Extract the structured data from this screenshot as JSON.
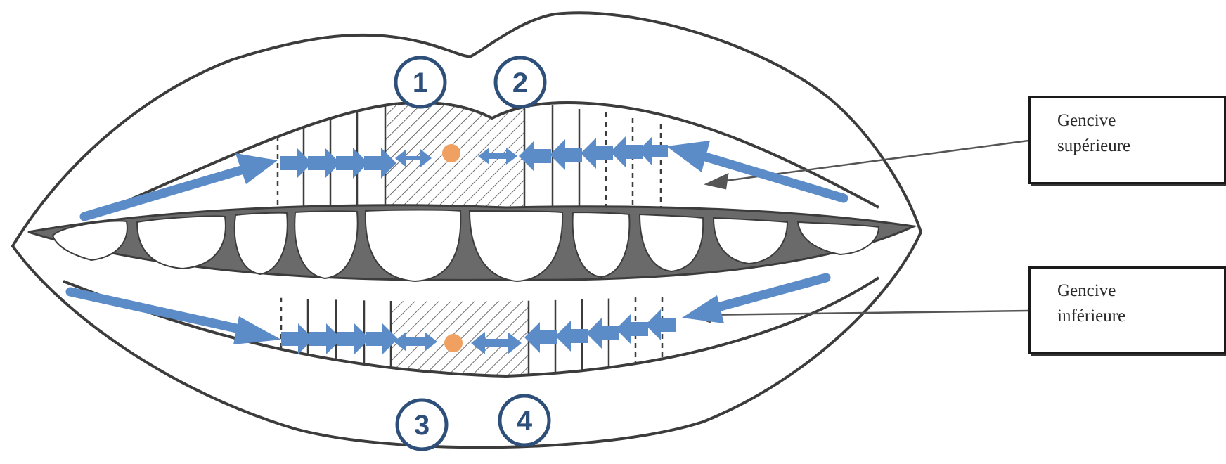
{
  "colors": {
    "outline": "#3c3c3c",
    "gum_fill": "#6a6a6a",
    "hatch": "#4a4a4a",
    "arrow": "#5b8cc8",
    "arrow_green": "#9acd5a",
    "dot": "#f0a060",
    "marker": "#2e4f7a"
  },
  "labels": {
    "upper": {
      "line1": "Gencive",
      "line2": "supérieure"
    },
    "lower": {
      "line1": "Gencive",
      "line2": "inférieure"
    }
  },
  "markers": [
    "1",
    "2",
    "3",
    "4"
  ]
}
